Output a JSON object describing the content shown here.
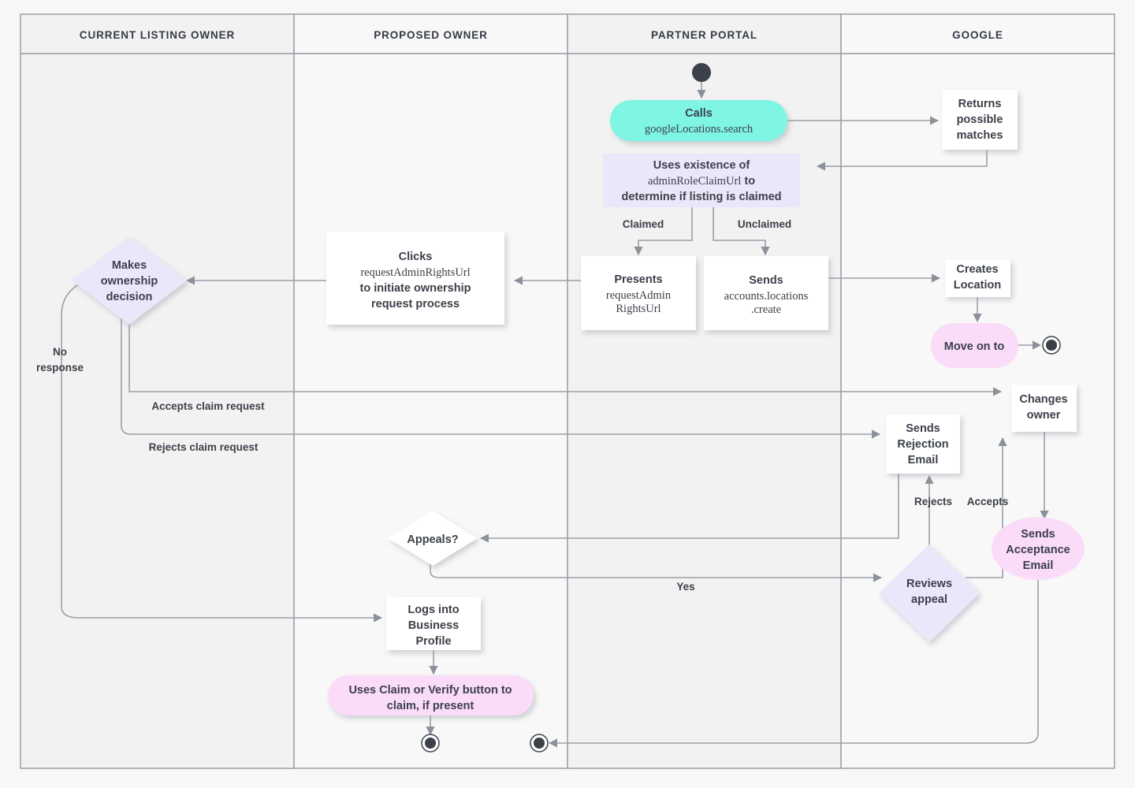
{
  "diagram": {
    "title": "Business Profile listing ownership transfer flow",
    "type": "swimlane-flowchart",
    "colors": {
      "background": "#f7f7f7",
      "lane_fill_a": "#f2f2f2",
      "lane_fill_b": "#f8f8f8",
      "lane_header_fill": "#f2f2f2",
      "lane_border": "#9aa0a8",
      "edge": "#9aa0a8",
      "text": "#3c4049",
      "node_white": "#ffffff",
      "node_cyan": "#7ff5e4",
      "node_lavender": "#ebe7fa",
      "node_pink": "#fadcf8",
      "terminal": "#3c4049"
    }
  },
  "lanes": [
    {
      "id": "current-listing-owner",
      "label": "CURRENT LISTING OWNER"
    },
    {
      "id": "proposed-owner",
      "label": "PROPOSED OWNER"
    },
    {
      "id": "partner-portal",
      "label": "PARTNER PORTAL"
    },
    {
      "id": "google",
      "label": "GOOGLE"
    }
  ],
  "nodes": [
    {
      "id": "start",
      "lane": "partner-portal",
      "shape": "start-terminal",
      "label": ""
    },
    {
      "id": "calls-search",
      "lane": "partner-portal",
      "shape": "rounded-pill",
      "label_line1": "Calls",
      "label_line2": "googleLocations.search",
      "color": "cyan"
    },
    {
      "id": "uses-existence",
      "lane": "partner-portal",
      "shape": "rect",
      "label_line1": "Uses existence of",
      "label_line2": "adminRoleClaimUrl",
      "label_line2b": "to",
      "label_line3": "determine if listing is claimed",
      "color": "lavender"
    },
    {
      "id": "returns-matches",
      "lane": "google",
      "shape": "rect",
      "label_line1": "Returns",
      "label_line2": "possible",
      "label_line3": "matches",
      "color": "white"
    },
    {
      "id": "presents-url",
      "lane": "partner-portal",
      "shape": "rect",
      "label_line1": "Presents",
      "label_line2": "requestAdmin",
      "label_line3": "RightsUrl",
      "color": "white"
    },
    {
      "id": "sends-create",
      "lane": "partner-portal",
      "shape": "rect",
      "label_line1": "Sends",
      "label_line2": "accounts.locations",
      "label_line3": ".create",
      "color": "white"
    },
    {
      "id": "clicks-url",
      "lane": "proposed-owner",
      "shape": "rect",
      "label_line1": "Clicks",
      "label_line2": "requestAdminRightsUrl",
      "label_line3": "to initiate ownership",
      "label_line4": "request process",
      "color": "white"
    },
    {
      "id": "makes-decision",
      "lane": "current-listing-owner",
      "shape": "diamond",
      "label_line1": "Makes",
      "label_line2": "ownership",
      "label_line3": "decision",
      "color": "lavender"
    },
    {
      "id": "creates-location",
      "lane": "google",
      "shape": "rect",
      "label_line1": "Creates",
      "label_line2": "Location",
      "color": "white"
    },
    {
      "id": "move-on-to",
      "lane": "google",
      "shape": "rounded-pill",
      "label_line1": "Move on to",
      "color": "pink"
    },
    {
      "id": "end-google",
      "lane": "google",
      "shape": "end-terminal",
      "label": ""
    },
    {
      "id": "changes-owner",
      "lane": "google",
      "shape": "rect",
      "label_line1": "Changes",
      "label_line2": "owner",
      "color": "white"
    },
    {
      "id": "sends-rejection",
      "lane": "google",
      "shape": "rect",
      "label_line1": "Sends",
      "label_line2": "Rejection",
      "label_line3": "Email",
      "color": "white"
    },
    {
      "id": "sends-acceptance",
      "lane": "google",
      "shape": "rounded-pill",
      "label_line1": "Sends",
      "label_line2": "Acceptance",
      "label_line3": "Email",
      "color": "pink"
    },
    {
      "id": "appeals",
      "lane": "proposed-owner",
      "shape": "diamond",
      "label_line1": "Appeals?",
      "color": "white"
    },
    {
      "id": "reviews-appeal",
      "lane": "google",
      "shape": "diamond",
      "label_line1": "Reviews",
      "label_line2": "appeal",
      "color": "lavender"
    },
    {
      "id": "logs-into",
      "lane": "proposed-owner",
      "shape": "rect",
      "label_line1": "Logs into",
      "label_line2": "Business",
      "label_line3": "Profile",
      "color": "white"
    },
    {
      "id": "uses-claim",
      "lane": "proposed-owner",
      "shape": "rounded-pill",
      "label_line1": "Uses Claim or Verify button to",
      "label_line2": "claim, if present",
      "color": "pink"
    },
    {
      "id": "end-proposed",
      "lane": "proposed-owner",
      "shape": "end-terminal",
      "label": ""
    },
    {
      "id": "end-partner",
      "lane": "partner-portal",
      "shape": "end-terminal",
      "label": ""
    }
  ],
  "edge_labels": {
    "claimed": "Claimed",
    "unclaimed": "Unclaimed",
    "no_response": "No",
    "no_response2": "response",
    "accepts_claim": "Accepts claim request",
    "rejects_claim": "Rejects claim request",
    "rejects": "Rejects",
    "accepts": "Accepts",
    "yes": "Yes"
  }
}
